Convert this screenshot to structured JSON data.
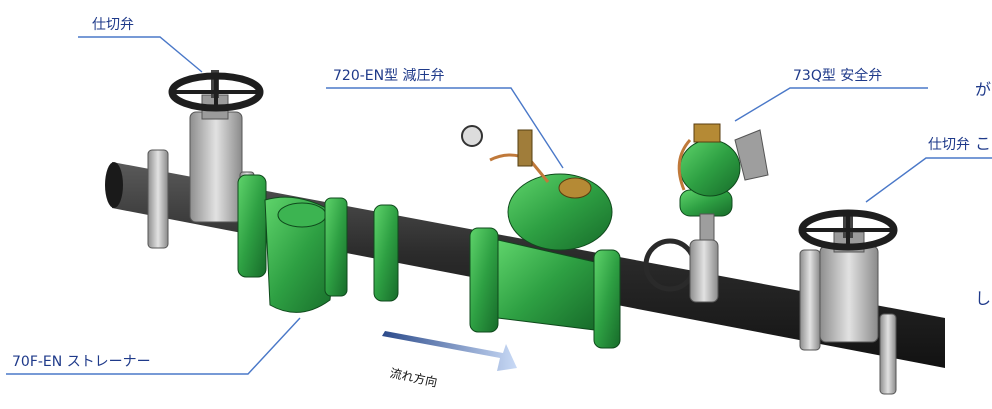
{
  "labels": {
    "gate_valve_left": "仕切弁",
    "pressure_reducing_valve": "720-EN型 減圧弁",
    "safety_valve": "73Q型 安全弁",
    "gate_valve_right": "仕切弁",
    "strainer": "70F-EN ストレーナー",
    "flow_direction": "流れ方向"
  },
  "side_text": [
    "が",
    "こ",
    "し"
  ],
  "colors": {
    "label_text": "#1f3a8a",
    "leader_line": "#4a78c8",
    "pipe": "#2b2b2b",
    "valve_green": "#2ea043",
    "gate_valve_gray": "#b7b7b7",
    "flow_arrow_start": "#2b4a8a",
    "flow_arrow_end": "#c9daf6"
  }
}
